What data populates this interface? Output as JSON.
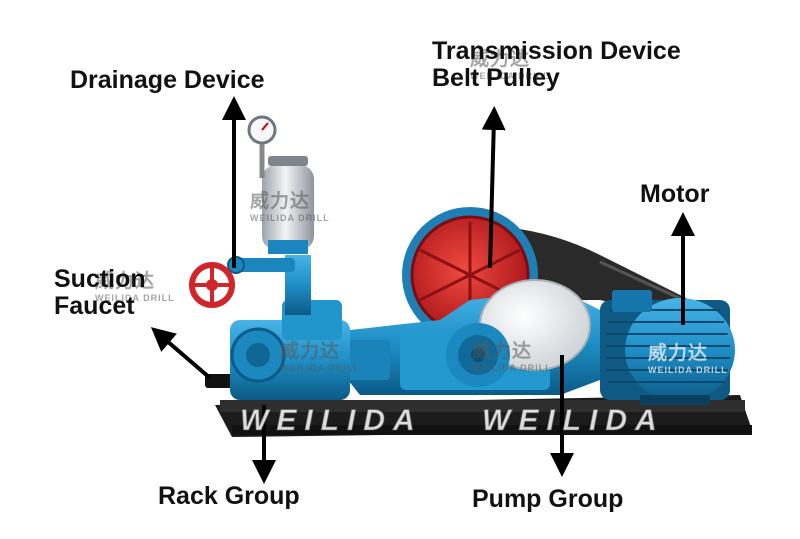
{
  "labels": {
    "drainage": "Drainage Device",
    "transmission": "Transmission Device",
    "belt_pulley": "Belt Pulley",
    "motor": "Motor",
    "suction": "Suction",
    "faucet": "Faucet",
    "rack": "Rack Group",
    "pump": "Pump Group"
  },
  "watermark": {
    "brand_cn": "威力达",
    "brand_en": "WEILIDA DRILL",
    "wordmark": "WEILIDA"
  },
  "colors": {
    "machine_blue": "#1e8fc7",
    "machine_blue_dark": "#0f5f8c",
    "pulley_red": "#d8262a",
    "rack_black": "#1a1a1a",
    "arrow": "#000000"
  }
}
